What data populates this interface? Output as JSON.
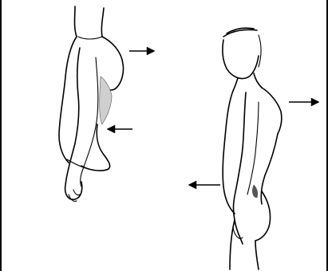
{
  "figures": [
    {
      "name": "left-figure-upper-body",
      "icon": "human-torso-sketch-icon"
    },
    {
      "name": "right-figure-standing",
      "icon": "human-standing-sketch-icon"
    }
  ],
  "arrows": [
    {
      "name": "arrow-right-chest-left-figure",
      "direction": "right"
    },
    {
      "name": "arrow-left-back-left-figure",
      "direction": "left"
    },
    {
      "name": "arrow-right-chest-right-figure",
      "direction": "right"
    },
    {
      "name": "arrow-left-belly-right-figure",
      "direction": "left"
    }
  ],
  "colors": {
    "line": "#000000",
    "background": "#ffffff",
    "shading": "#cfcfcf"
  }
}
